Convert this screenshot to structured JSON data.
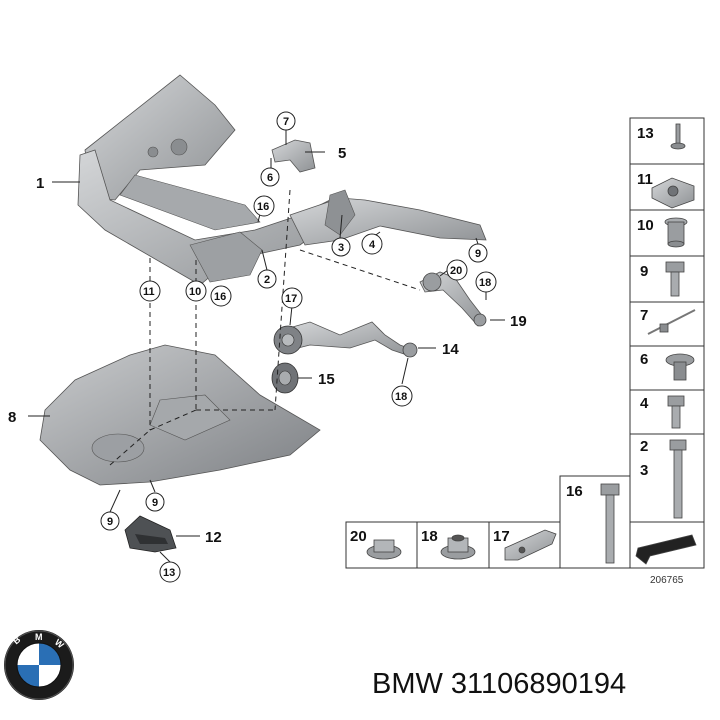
{
  "diagram": {
    "callouts": {
      "c1": "1",
      "c2": "2",
      "c3": "3",
      "c4": "4",
      "c5": "5",
      "c6": "6",
      "c7": "7",
      "c8": "8",
      "c9a": "9",
      "c9b": "9",
      "c9c": "9",
      "c10": "10",
      "c11": "11",
      "c12": "12",
      "c13a": "13",
      "c14": "14",
      "c15": "15",
      "c16a": "16",
      "c16b": "16",
      "c17": "17",
      "c18a": "18",
      "c18b": "18",
      "c19": "19",
      "c20": "20"
    },
    "parts_panel": {
      "p13": "13",
      "p11": "11",
      "p10": "10",
      "p9": "9",
      "p7": "7",
      "p6": "6",
      "p4": "4",
      "p2": "2",
      "p3": "3",
      "p16": "16",
      "p20": "20",
      "p18": "18",
      "p17": "17"
    },
    "reference_number": "206765"
  },
  "footer": {
    "brand": "BMW",
    "part_number": "31106890194",
    "text": "BMW 31106890194"
  },
  "logo": {
    "icon": "bmw-roundel-icon",
    "letters": "BMW"
  },
  "colors": {
    "part_fill": "#b9bcbf",
    "part_dark": "#8a8d90",
    "line": "#222222"
  }
}
